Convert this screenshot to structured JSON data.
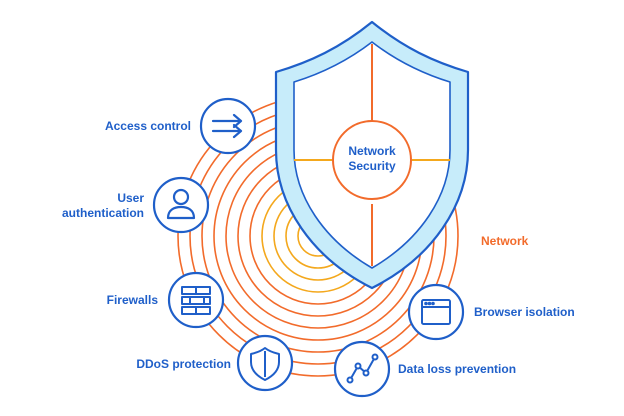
{
  "diagram": {
    "core_label_line1": "Network",
    "core_label_line2": "Security",
    "zone_label": "Network",
    "features": [
      {
        "label": "Access control",
        "icon": "arrows-right-icon"
      },
      {
        "label_line1": "User",
        "label_line2": "authentication",
        "icon": "user-icon"
      },
      {
        "label": "Firewalls",
        "icon": "brick-wall-icon"
      },
      {
        "label": "DDoS protection",
        "icon": "shield-icon"
      },
      {
        "label": "Data loss prevention",
        "icon": "line-graph-icon"
      },
      {
        "label": "Browser isolation",
        "icon": "browser-window-icon"
      }
    ],
    "colors": {
      "brand_blue": "#1f5fc9",
      "shield_fill": "#c7ecfa",
      "orange": "#f26b2b",
      "amber": "#f4a81d"
    }
  }
}
